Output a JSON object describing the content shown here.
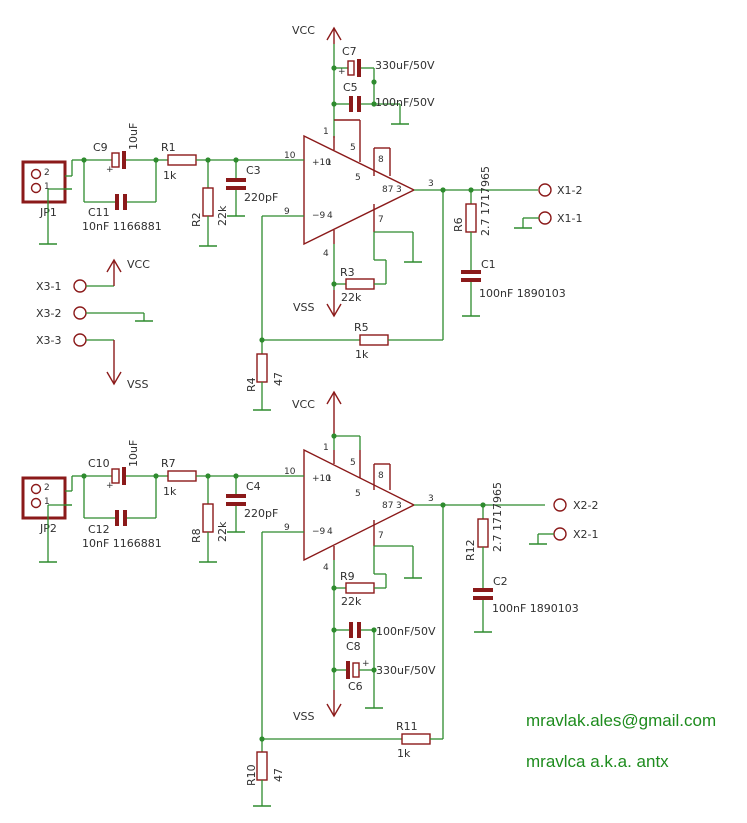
{
  "power": {
    "vcc": "VCC",
    "vss": "VSS"
  },
  "top": {
    "jack": {
      "name": "JP1",
      "pin_a": "2",
      "pin_b": "1"
    },
    "c_in": {
      "name": "C9",
      "value": "10uF"
    },
    "c_in2": {
      "name": "C11",
      "value": "10nF 1166881"
    },
    "r_in": {
      "name": "R1",
      "value": "1k"
    },
    "r_gnd": {
      "name": "R2",
      "value": "22k"
    },
    "c_filter": {
      "name": "C3",
      "value": "220pF"
    },
    "c_bulk": {
      "name": "C7",
      "value": "330uF/50V"
    },
    "c_dec": {
      "name": "C5",
      "value": "100nF/50V"
    },
    "r_boot": {
      "name": "R3",
      "value": "22k"
    },
    "r_fb": {
      "name": "R5",
      "value": "1k"
    },
    "r_fb_gnd": {
      "name": "R4",
      "value": "47"
    },
    "r_zobel": {
      "name": "R6",
      "value": "2.7 1717965"
    },
    "c_zobel": {
      "name": "C1",
      "value": "100nF 1890103"
    },
    "out_plus": "X1-2",
    "out_minus": "X1-1",
    "amp_pins": {
      "p10": "10",
      "p9": "9",
      "p1": "1",
      "p5": "5",
      "p8": "8",
      "p3": "3",
      "p7": "7",
      "p4": "4",
      "in_plus": "+10",
      "in_minus": "−9",
      "in_plus_sub": "1",
      "p87": "87"
    }
  },
  "power_conn": {
    "x1": "X3-1",
    "x2": "X3-2",
    "x3": "X3-3",
    "vcc": "VCC",
    "vss": "VSS"
  },
  "bottom": {
    "jack": {
      "name": "JP2",
      "pin_a": "2",
      "pin_b": "1"
    },
    "c_in": {
      "name": "C10",
      "value": "10uF"
    },
    "c_in2": {
      "name": "C12",
      "value": "10nF 1166881"
    },
    "r_in": {
      "name": "R7",
      "value": "1k"
    },
    "r_gnd": {
      "name": "R8",
      "value": "22k"
    },
    "c_filter": {
      "name": "C4",
      "value": "220pF"
    },
    "c_bulk": {
      "name": "C6",
      "value": "330uF/50V"
    },
    "c_dec": {
      "name": "C8",
      "value": "100nF/50V"
    },
    "r_boot": {
      "name": "R9",
      "value": "22k"
    },
    "r_fb": {
      "name": "R11",
      "value": "1k"
    },
    "r_fb_gnd": {
      "name": "R10",
      "value": "47"
    },
    "r_zobel": {
      "name": "R12",
      "value": "2.7 1717965"
    },
    "c_zobel": {
      "name": "C2",
      "value": "100nF 1890103"
    },
    "out_plus": "X2-2",
    "out_minus": "X2-1",
    "amp_pins": {
      "p10": "10",
      "p9": "9",
      "p1": "1",
      "p5": "5",
      "p8": "8",
      "p3": "3",
      "p7": "7",
      "p4": "4",
      "in_plus": "+10",
      "in_minus": "−9",
      "in_plus_sub": "1",
      "p87": "87"
    }
  },
  "author": {
    "email": "mravlak.ales@gmail.com",
    "nick": "mravlca a.k.a. antx"
  },
  "colors": {
    "wire": "#2e8b2e",
    "component": "#8b1a1a",
    "text": "#303030",
    "author": "#1e8c1e"
  }
}
